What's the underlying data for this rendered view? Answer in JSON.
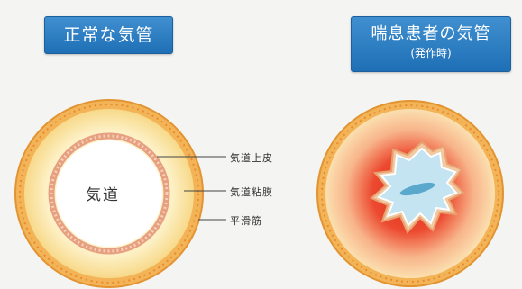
{
  "normal": {
    "title": "正常な気管",
    "center_label": "気道",
    "labels": [
      "気道上皮",
      "気道粘膜",
      "平滑筋"
    ]
  },
  "asthma": {
    "title": "喘息患者の気管",
    "subtitle": "(発作時)"
  },
  "colors": {
    "title_bg": "#2a7dc4",
    "muscle": "#f0a040",
    "mucosa": "#fbeec0",
    "epithelium": "#e9a68a",
    "inflammation": "#e8402a",
    "lumen_asthma": "#bfe0ef"
  }
}
